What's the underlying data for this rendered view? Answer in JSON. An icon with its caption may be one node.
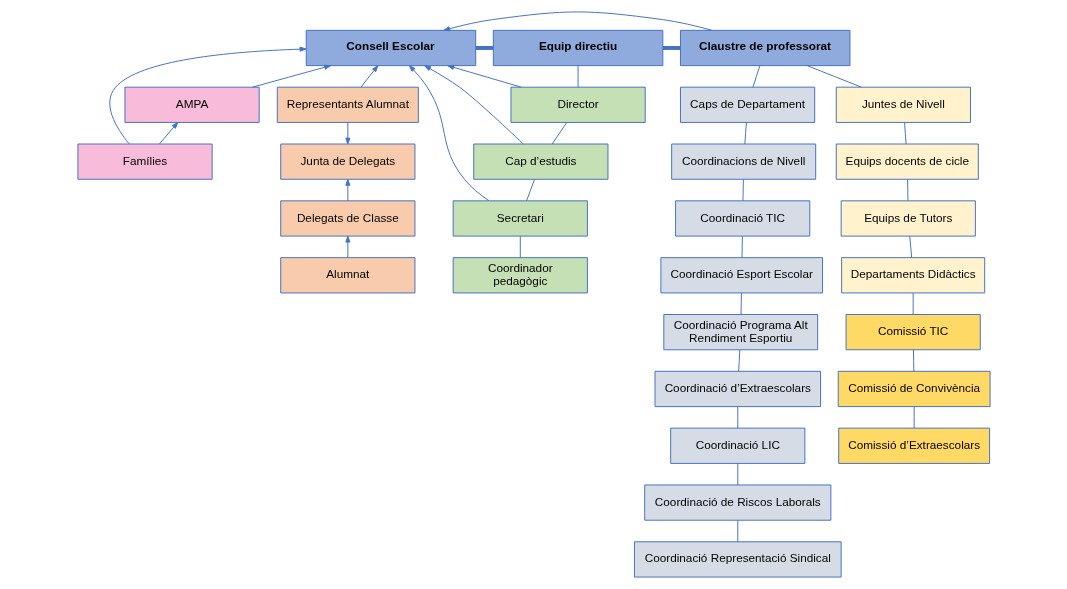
{
  "diagram": {
    "nodes": [
      {
        "text": [
          "Consell Escolar"
        ]
      },
      {
        "text": [
          "Equip directiu"
        ]
      },
      {
        "text": [
          "Claustre de professorat"
        ]
      },
      {
        "text": [
          "AMPA"
        ]
      },
      {
        "text": [
          "Famílies"
        ]
      },
      {
        "text": [
          "Representants Alumnat"
        ]
      },
      {
        "text": [
          "Junta de Delegats"
        ]
      },
      {
        "text": [
          "Delegats de Classe"
        ]
      },
      {
        "text": [
          "Alumnat"
        ]
      },
      {
        "text": [
          "Director"
        ]
      },
      {
        "text": [
          "Cap d’estudis"
        ]
      },
      {
        "text": [
          "Secretari"
        ]
      },
      {
        "text": [
          "Coordinador pedagògic"
        ]
      },
      {
        "text": [
          "Caps de Departament"
        ]
      },
      {
        "text": [
          "Coordinacions de Nivell"
        ]
      },
      {
        "text": [
          "Coordinació TIC"
        ]
      },
      {
        "text": [
          "Coordinació Esport Escolar"
        ]
      },
      {
        "text": [
          "Coordinació Programa Alt Rendiment Esportiu"
        ]
      },
      {
        "text": [
          "Coordinació d’Extraescolars"
        ]
      },
      {
        "text": [
          "Coordinació LIC"
        ]
      },
      {
        "text": [
          "Coordinació de Riscos Laborals"
        ]
      },
      {
        "text": [
          "Coordinació Representació Sindical"
        ]
      },
      {
        "text": [
          "Juntes de Nivell"
        ]
      },
      {
        "text": [
          "Equips docents de cicle"
        ]
      },
      {
        "text": [
          "Equips de Tutors"
        ]
      },
      {
        "text": [
          "Departaments Didàctics"
        ]
      },
      {
        "text": [
          "Comissió TIC"
        ]
      },
      {
        "text": [
          "Comissió de Convivència"
        ]
      },
      {
        "text": [
          "Comissió d’Extraescolars"
        ]
      }
    ],
    "edges": [
      {
        "from": 0,
        "to": 1,
        "arrow": "none",
        "style": "thick"
      },
      {
        "from": 1,
        "to": 2,
        "arrow": "none",
        "style": "thick"
      },
      {
        "from": 2,
        "to": 0,
        "arrow": "to"
      },
      {
        "from": 4,
        "to": 0,
        "arrow": "to"
      },
      {
        "from": 4,
        "to": 3,
        "arrow": "to"
      },
      {
        "from": 3,
        "to": 0,
        "arrow": "to"
      },
      {
        "from": 5,
        "to": 0,
        "arrow": "to"
      },
      {
        "from": 5,
        "to": 6,
        "arrow": "to"
      },
      {
        "from": 7,
        "to": 6,
        "arrow": "to"
      },
      {
        "from": 8,
        "to": 7,
        "arrow": "to"
      },
      {
        "from": 9,
        "to": 0,
        "arrow": "to"
      },
      {
        "from": 10,
        "to": 0,
        "arrow": "to"
      },
      {
        "from": 11,
        "to": 0,
        "arrow": "to"
      },
      {
        "from": 1,
        "to": 9,
        "arrow": "none"
      },
      {
        "from": 9,
        "to": 10,
        "arrow": "none"
      },
      {
        "from": 10,
        "to": 11,
        "arrow": "none"
      },
      {
        "from": 11,
        "to": 12,
        "arrow": "none"
      },
      {
        "from": 2,
        "to": 13,
        "arrow": "none"
      },
      {
        "from": 13,
        "to": 14,
        "arrow": "none"
      },
      {
        "from": 14,
        "to": 15,
        "arrow": "none"
      },
      {
        "from": 15,
        "to": 16,
        "arrow": "none"
      },
      {
        "from": 16,
        "to": 17,
        "arrow": "none"
      },
      {
        "from": 17,
        "to": 18,
        "arrow": "none"
      },
      {
        "from": 18,
        "to": 19,
        "arrow": "none"
      },
      {
        "from": 19,
        "to": 20,
        "arrow": "none"
      },
      {
        "from": 20,
        "to": 21,
        "arrow": "none"
      },
      {
        "from": 2,
        "to": 22,
        "arrow": "none"
      },
      {
        "from": 22,
        "to": 23,
        "arrow": "none"
      },
      {
        "from": 23,
        "to": 24,
        "arrow": "none"
      },
      {
        "from": 24,
        "to": 25,
        "arrow": "none"
      },
      {
        "from": 25,
        "to": 26,
        "arrow": "none"
      },
      {
        "from": 26,
        "to": 27,
        "arrow": "none"
      },
      {
        "from": 27,
        "to": 28,
        "arrow": "none"
      }
    ]
  }
}
